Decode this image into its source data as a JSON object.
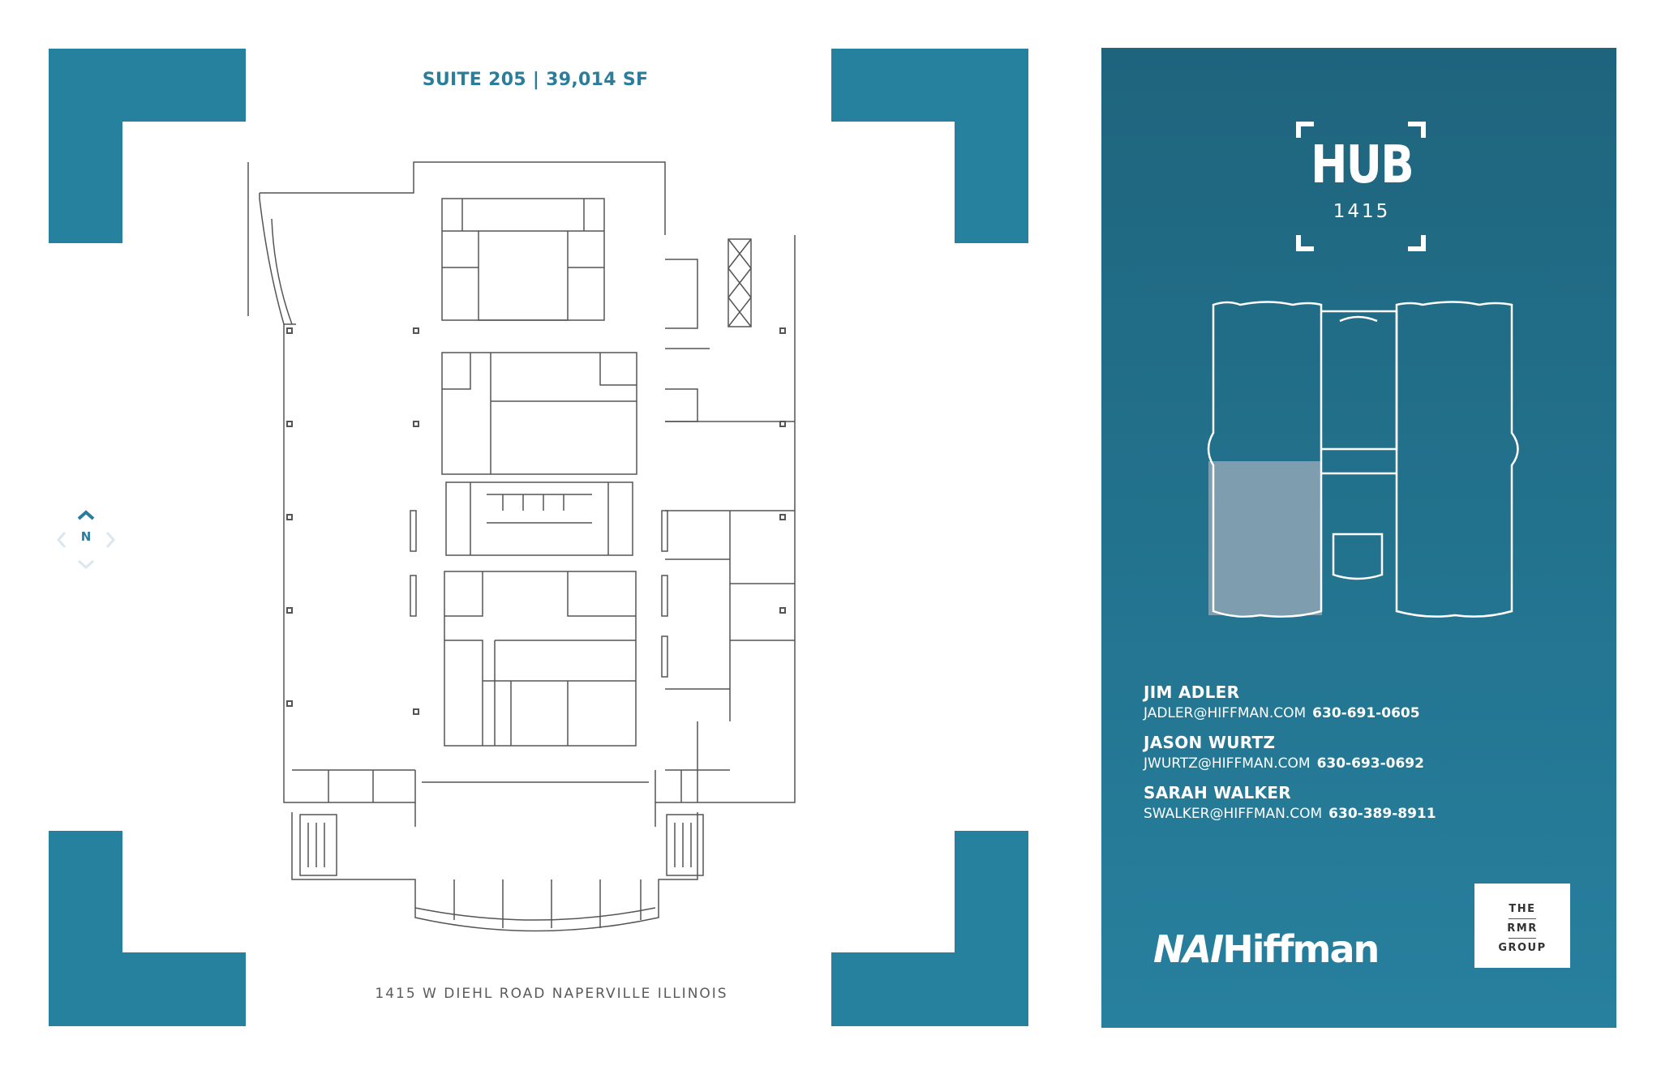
{
  "left_page": {
    "title": "SUITE 205 | 39,014 SF",
    "address": "1415 W DIEHL ROAD NAPERVILLE ILLINOIS",
    "compass_label": "N"
  },
  "brand": {
    "hub_name": "HUB",
    "hub_number": "1415",
    "accent_color": "#26819e",
    "panel_color": "#1f647d"
  },
  "contacts": [
    {
      "name": "JIM ADLER",
      "email": "JADLER@HIFFMAN.COM",
      "phone": "630-691-0605"
    },
    {
      "name": "JASON WURTZ",
      "email": "JWURTZ@HIFFMAN.COM",
      "phone": "630-693-0692"
    },
    {
      "name": "SARAH WALKER",
      "email": "SWALKER@HIFFMAN.COM",
      "phone": "630-389-8911"
    }
  ],
  "logos": {
    "nai_prefix": "NAI",
    "nai_suffix": "Hiffman",
    "rmr_line1": "THE",
    "rmr_line2": "RMR",
    "rmr_line3": "GROUP"
  }
}
